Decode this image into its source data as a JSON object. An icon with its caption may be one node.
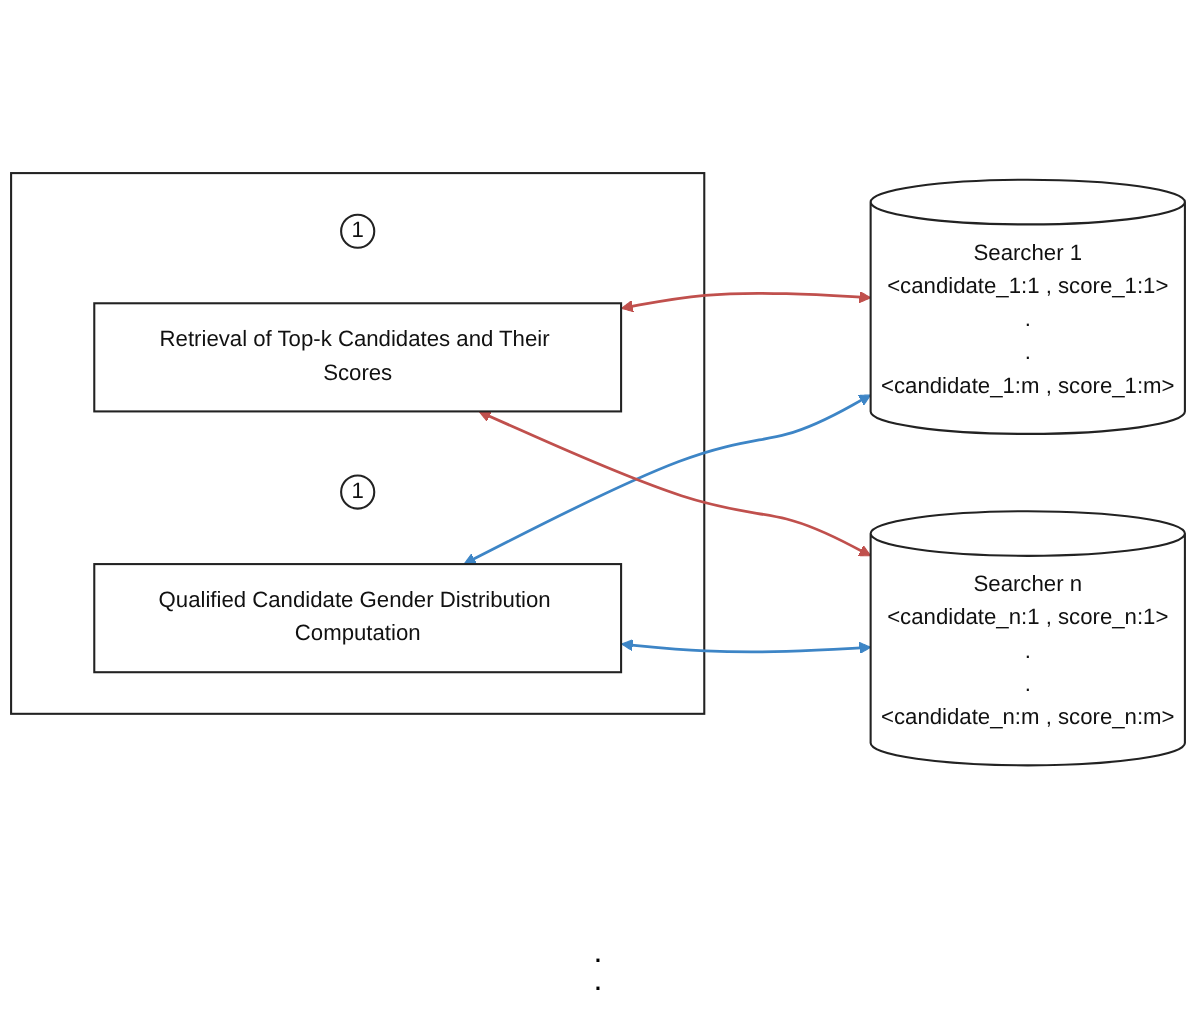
{
  "diagram": {
    "nodes": [
      {
        "text": [],
        "shape": "box"
      },
      {
        "text": [
          "1"
        ],
        "in": 0
      },
      {
        "text": [
          "Retrieval of Top-k Candidates and Their Scores"
        ],
        "in": 0
      },
      {
        "text": [
          "1"
        ],
        "in": 0
      },
      {
        "text": [
          "Qualified Candidate Gender Distribution Computation"
        ],
        "in": 0
      },
      {
        "text": [
          "Searcher 1",
          "<candidate_1:1 , score_1:1>",
          ".",
          ".",
          "<candidate_1:m , score_1:m>"
        ]
      },
      {
        "text": [
          "Searcher n",
          "<candidate_n:1 , score_n:1>",
          ".",
          ".",
          "<candidate_n:m , score_n:m>"
        ]
      }
    ],
    "edges": [
      {
        "from": 2,
        "to": 5,
        "arrow": "both",
        "color": "#c0504d"
      },
      {
        "from": 4,
        "to": 5,
        "arrow": "both",
        "color": "#3d85c6"
      },
      {
        "from": 2,
        "to": 6,
        "arrow": "both",
        "color": "#c0504d"
      },
      {
        "from": 4,
        "to": 6,
        "arrow": "both",
        "color": "#3d85c6"
      }
    ],
    "labels": [
      ".",
      "."
    ]
  }
}
